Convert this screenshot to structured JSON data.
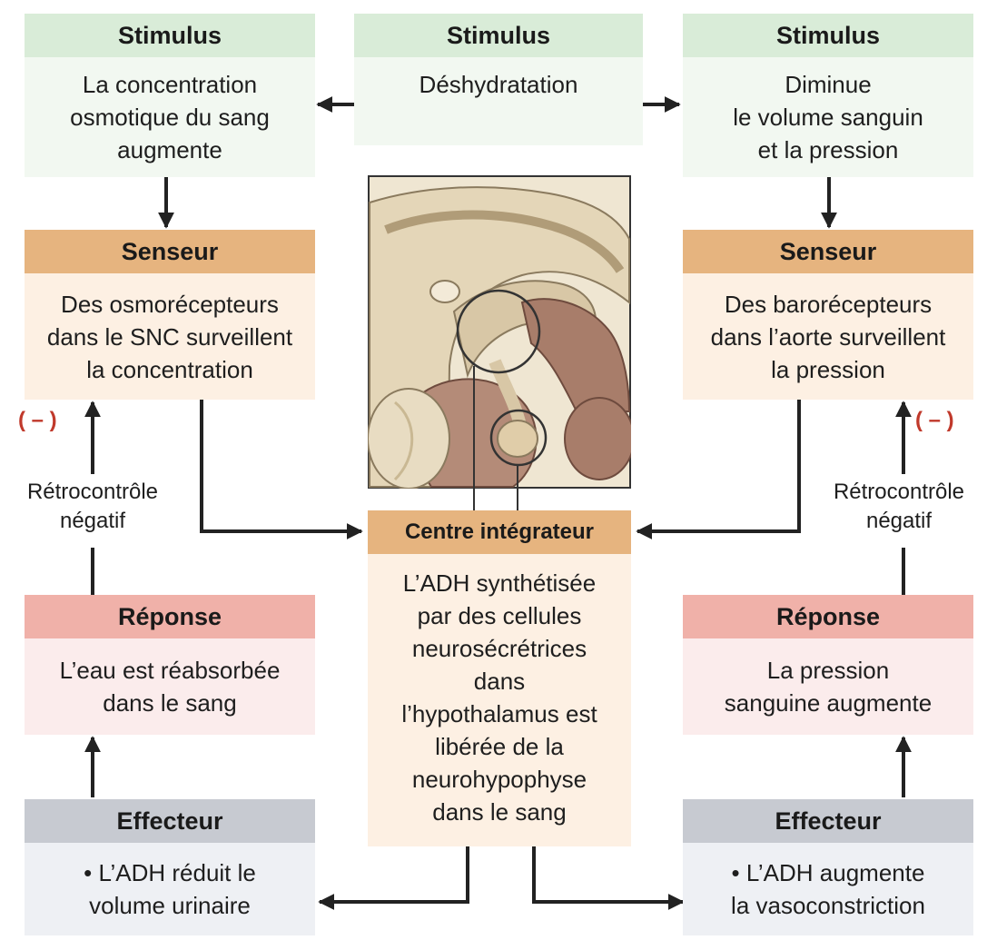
{
  "stimulus_left": {
    "header": "Stimulus",
    "lines": [
      "La concentration",
      "osmotique du sang",
      "augmente"
    ]
  },
  "stimulus_center": {
    "header": "Stimulus",
    "lines": [
      "Déshydratation"
    ]
  },
  "stimulus_right": {
    "header": "Stimulus",
    "lines": [
      "Diminue",
      "le volume sanguin",
      "et la pression"
    ]
  },
  "sensor_left": {
    "header": "Senseur",
    "lines": [
      "Des osmorécepteurs",
      "dans le SNC surveillent",
      "la concentration"
    ]
  },
  "sensor_right": {
    "header": "Senseur",
    "lines": [
      "Des barorécepteurs",
      "dans l’aorte surveillent",
      "la pression"
    ]
  },
  "integrator": {
    "header": "Centre intégrateur",
    "lines": [
      "L’ADH synthétisée",
      "par des cellules",
      "neurosécrétrices",
      "dans",
      "l’hypothalamus est",
      "libérée de la",
      "neurohypophyse",
      "dans le sang"
    ]
  },
  "response_left": {
    "header": "Réponse",
    "lines": [
      "L’eau est réabsorbée",
      "dans le sang"
    ]
  },
  "response_right": {
    "header": "Réponse",
    "lines": [
      "La pression",
      "sanguine augmente"
    ]
  },
  "effector_left": {
    "header": "Effecteur",
    "lines": [
      "• L’ADH réduit le",
      "volume urinaire"
    ]
  },
  "effector_right": {
    "header": "Effecteur",
    "lines": [
      "• L’ADH augmente",
      "la vasoconstriction"
    ]
  },
  "feedback_left": {
    "minus": "( – )",
    "lines": [
      "Rétrocontrôle",
      "négatif"
    ]
  },
  "feedback_right": {
    "minus": "( – )",
    "lines": [
      "Rétrocontrôle",
      "négatif"
    ]
  },
  "illustration": {
    "icon": "brain-section-illustration"
  },
  "colors": {
    "stimulus_header": "#d9ecd8",
    "stimulus_body": "#f2f8f1",
    "sensor_header": "#e6b47f",
    "sensor_body": "#fdf0e3",
    "response_header": "#f0b1a9",
    "response_body": "#fbecec",
    "effector_header": "#c7cad1",
    "effector_body": "#eef0f4",
    "minus_sign": "#c0392b"
  }
}
